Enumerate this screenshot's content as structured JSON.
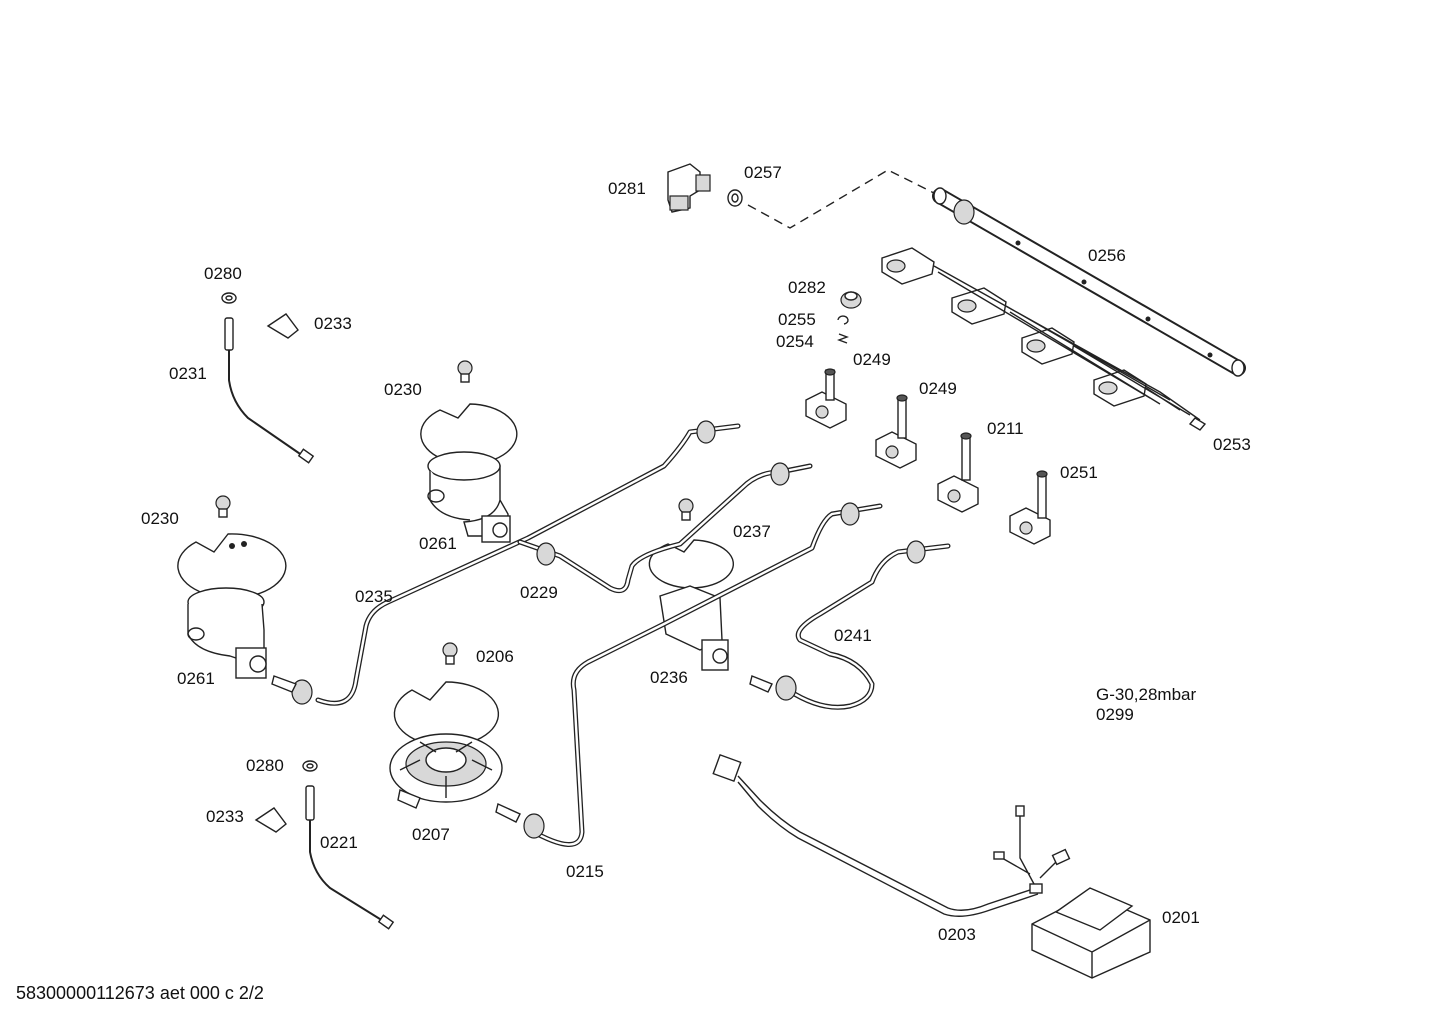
{
  "diagram": {
    "footer_code": "58300000112673 aet 000 c 2/2",
    "spec_note": "G-30,28mbar",
    "spec_part": "0299",
    "labels": {
      "p0281": "0281",
      "p0257": "0257",
      "p0256": "0256",
      "p0282": "0282",
      "p0255": "0255",
      "p0254": "0254",
      "p0249a": "0249",
      "p0249b": "0249",
      "p0211": "0211",
      "p0251": "0251",
      "p0253": "0253",
      "p0280a": "0280",
      "p0233a": "0233",
      "p0231": "0231",
      "p0230a": "0230",
      "p0261a": "0261",
      "p0230b": "0230",
      "p0261b": "0261",
      "p0235": "0235",
      "p0229": "0229",
      "p0237": "0237",
      "p0236": "0236",
      "p0241": "0241",
      "p0206": "0206",
      "p0207": "0207",
      "p0280b": "0280",
      "p0233b": "0233",
      "p0221": "0221",
      "p0215": "0215",
      "p0203": "0203",
      "p0201": "0201"
    }
  }
}
